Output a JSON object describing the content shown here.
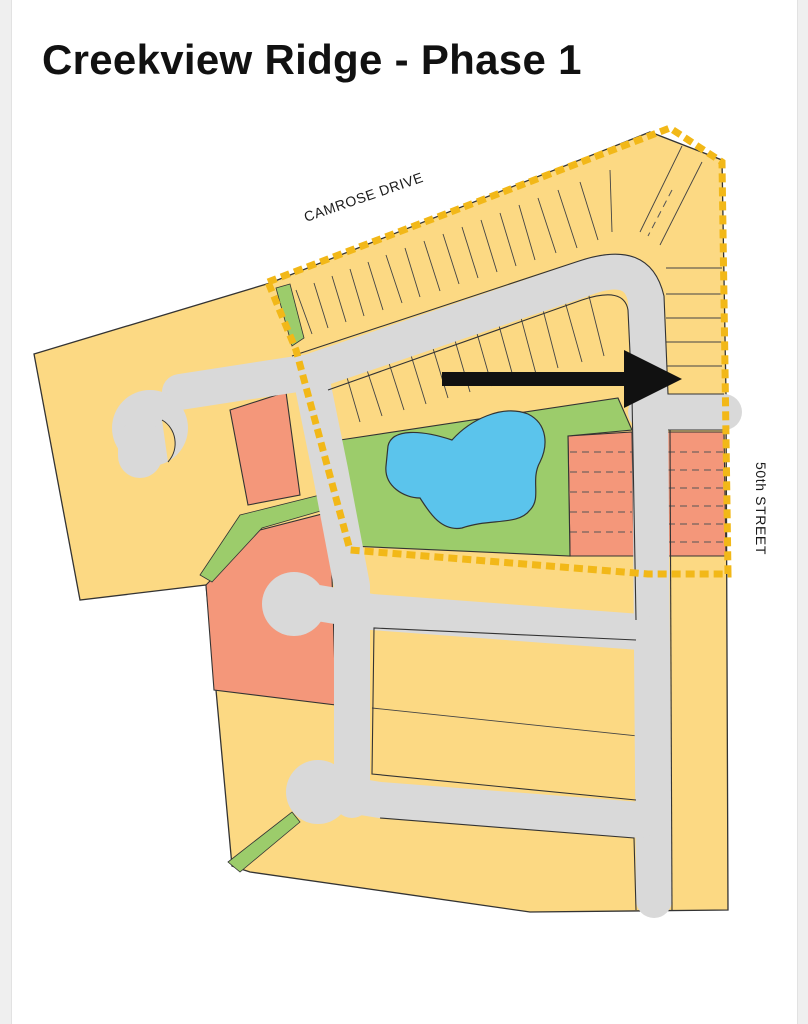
{
  "title": "Creekview Ridge - Phase 1",
  "labels": {
    "camrose_drive": "CAMROSE DRIVE",
    "fiftieth_street": "50th STREET"
  },
  "colors": {
    "lot": "#fcd983",
    "multi_family": "#f4977a",
    "green_space": "#9ccc6b",
    "pond": "#5bc4ec",
    "road": "#d9d9d9",
    "phase_boundary": "#f2b818",
    "arrow": "#111111"
  },
  "icons": {
    "pointer": "arrow-right-icon"
  }
}
